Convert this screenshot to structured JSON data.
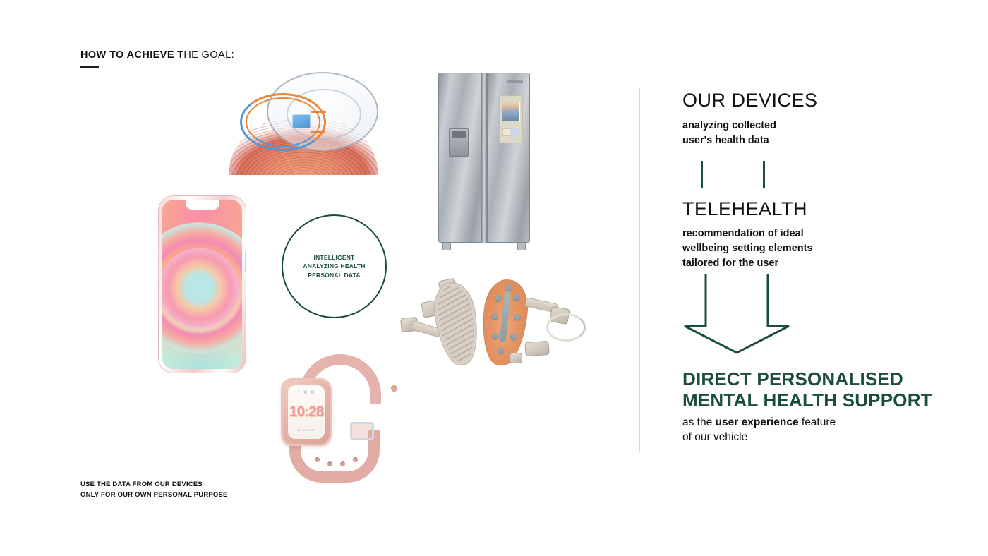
{
  "header": {
    "title_bold": "HOW TO ACHIEVE",
    "title_light": " THE GOAL:"
  },
  "diagram": {
    "circle_label_line1": "INTELLIGENT",
    "circle_label_line2": "ANALYZING HEALTH",
    "circle_label_line3": "PERSONAL DATA",
    "devices": [
      {
        "name": "smart-contact-lens",
        "caption": "smart contact lens on fingertip"
      },
      {
        "name": "smartphone",
        "caption": "smartphone with gradient wallpaper"
      },
      {
        "name": "smart-refrigerator",
        "caption": "smart refrigerator with touchscreen"
      },
      {
        "name": "smart-insoles",
        "caption": "smart insoles with sensor modules"
      },
      {
        "name": "smartwatch",
        "caption": "pink smartwatch",
        "screen_time": "10:28"
      }
    ]
  },
  "right_column": {
    "section1_title": "OUR DEVICES",
    "section1_sub_line1": "analyzing collected",
    "section1_sub_line2": "user's health data",
    "section2_title": "TELEHEALTH",
    "section2_sub_line1": "recommendation of ideal",
    "section2_sub_line2": "wellbeing setting elements",
    "section2_sub_line3": "tailored for the user",
    "outcome_line1": "DIRECT PERSONALISED",
    "outcome_line2": "MENTAL HEALTH SUPPORT",
    "outcome_sub_pre": "as the ",
    "outcome_sub_bold": "user experience",
    "outcome_sub_post": " feature",
    "outcome_sub_line2": "of our vehicle"
  },
  "footnote": {
    "line1": "USE THE DATA FROM OUR DEVICES",
    "line2": "ONLY FOR OUR OWN PERSONAL PURPOSE"
  },
  "colors": {
    "green": "#1b4d3e",
    "text": "#111111",
    "divider": "#d4d5e0",
    "background": "#ffffff"
  }
}
